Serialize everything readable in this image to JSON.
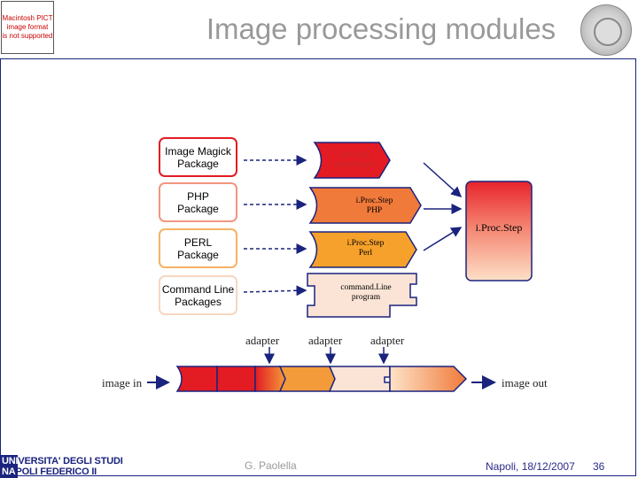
{
  "header": {
    "pict_placeholder": [
      "Macintosh PICT",
      "image format",
      "is not supported"
    ],
    "title": "Image processing modules"
  },
  "packages": [
    {
      "lines": [
        "Image Magick",
        "Package"
      ],
      "color": "#e31b23"
    },
    {
      "lines": [
        "PHP",
        "Package"
      ],
      "color": "#f29680"
    },
    {
      "lines": [
        "PERL",
        "Package"
      ],
      "color": "#f5b265"
    },
    {
      "lines": [
        "Command Line",
        "Packages"
      ],
      "color": "#f7d6c0"
    }
  ],
  "modules": [
    {
      "lines": [
        "i.Proc.Step",
        "ImageMagick"
      ],
      "color": "#e31b23"
    },
    {
      "lines": [
        "i.Proc.Step",
        "PHP"
      ],
      "color": "#f07a3a"
    },
    {
      "lines": [
        "i.Proc.Step",
        "Perl"
      ],
      "color": "#f6a12b"
    },
    {
      "lines": [
        "command.Line",
        "program"
      ],
      "color": "#fbe4d5"
    }
  ],
  "central_module": {
    "label": "i.Proc.Step"
  },
  "pipeline": {
    "adapters": [
      "adapter",
      "adapter",
      "adapter"
    ],
    "input_label": "image in",
    "output_label": "image out"
  },
  "footer": {
    "logo_line1_a": "UNI",
    "logo_line1_b": "VERSITA' DEGLI STUDI",
    "logo_line2_a": "NA",
    "logo_line2_b": "POLI FEDERICO II",
    "author": "G. Paolella",
    "date": "Napoli, 18/12/2007",
    "page": "36"
  },
  "colors": {
    "accent_navy": "#1a237e",
    "red": "#e31b23",
    "orange": "#f07a3a",
    "amber": "#f6a12b",
    "peach": "#fbe4d5"
  }
}
